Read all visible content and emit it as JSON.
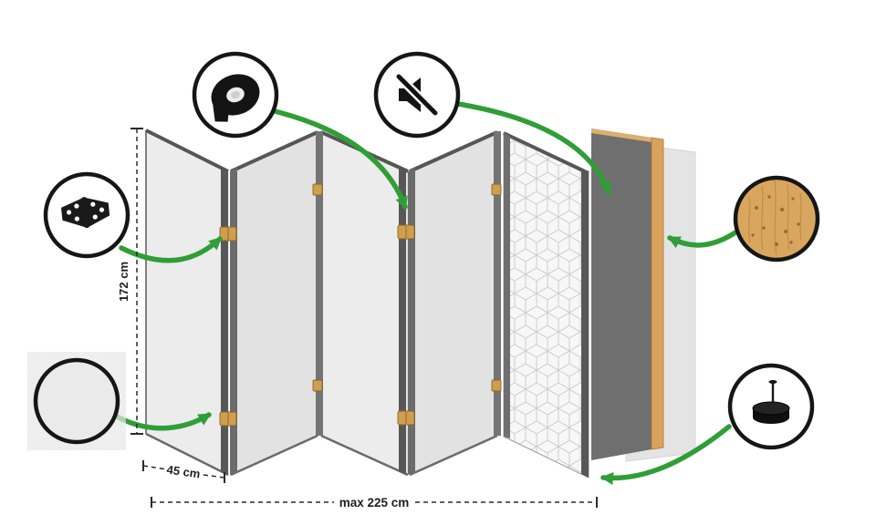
{
  "page": {
    "background": "#ffffff"
  },
  "diagram": {
    "subject_icons": [
      {
        "icon": "adhesive-tape-icon"
      },
      {
        "icon": "muted-speaker-icon"
      },
      {
        "icon": "hinge-icon"
      },
      {
        "icon": "fleece-texture-icon"
      },
      {
        "icon": "wood-texture-icon"
      },
      {
        "icon": "felt-pad-icon"
      }
    ],
    "dimension_labels": {
      "height": "172 cm",
      "panel_width": "45 cm",
      "max_width": "max 225 cm"
    },
    "colors": {
      "arrow_green": "#2f9e36",
      "panel_light": "#ececec",
      "panel_shaded": "#e2e2e2",
      "panel_edge_dark": "#575757",
      "pattern_line": "#cccccc",
      "dark_layer": "#6f6f6f",
      "wood_frame": "#d9a35c",
      "hinge_brass": "#cf9e4e",
      "outline_black": "#161616"
    }
  }
}
